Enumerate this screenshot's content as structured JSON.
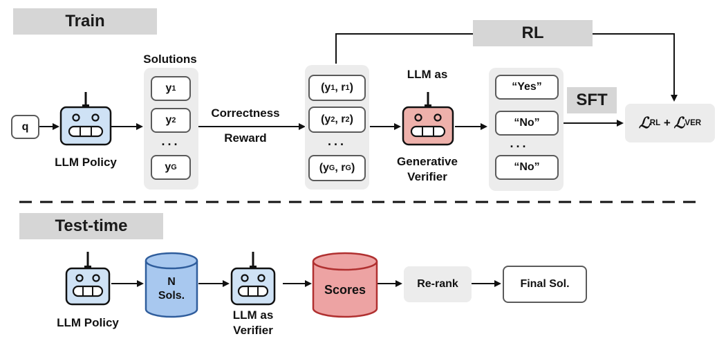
{
  "train": {
    "banner": "Train",
    "query": "q",
    "policy_label": "LLM Policy",
    "solutions_title": "Solutions",
    "solutions": [
      {
        "v": "y",
        "s": "1"
      },
      {
        "v": "y",
        "s": "2"
      },
      {
        "v": "y",
        "s": "G"
      }
    ],
    "dots": "...",
    "correctness_label": "Correctness",
    "reward_label": "Reward",
    "pairs": [
      {
        "a": "(y",
        "s1": "1",
        "b": ", r",
        "s2": "1",
        "c": ")"
      },
      {
        "a": "(y",
        "s1": "2",
        "b": ", r",
        "s2": "2",
        "c": ")"
      },
      {
        "a": "(y",
        "s1": "G",
        "b": ", r",
        "s2": "G",
        "c": ")"
      }
    ],
    "verifier_top_label": "LLM as",
    "verifier_bottom_label": "Generative Verifier",
    "answers": [
      "“Yes”",
      "“No”",
      "“No”"
    ],
    "rl_label": "RL",
    "sft_label": "SFT",
    "loss": {
      "l1": "ℒ",
      "s1": "RL",
      "plus": " + ",
      "l2": "ℒ",
      "s2": "VER"
    }
  },
  "test": {
    "banner": "Test-time",
    "policy_label": "LLM Policy",
    "n_sols_line1": "N",
    "n_sols_line2": "Sols.",
    "verifier_label": "LLM as Verifier",
    "scores_label": "Scores",
    "rerank_label": "Re-rank",
    "final_label": "Final Sol."
  },
  "colors": {
    "robot_blue": "#cfe2f5",
    "robot_red": "#eeb1ab",
    "cyl_blue_fill": "#a8c8ef",
    "cyl_blue_stroke": "#2f5d9c",
    "cyl_red_fill": "#eda3a3",
    "cyl_red_stroke": "#b03030",
    "banner_gray": "#d6d6d6",
    "group_gray": "#ececec"
  },
  "icons": [
    "robot-icon",
    "database-icon",
    "arrow-icon"
  ]
}
